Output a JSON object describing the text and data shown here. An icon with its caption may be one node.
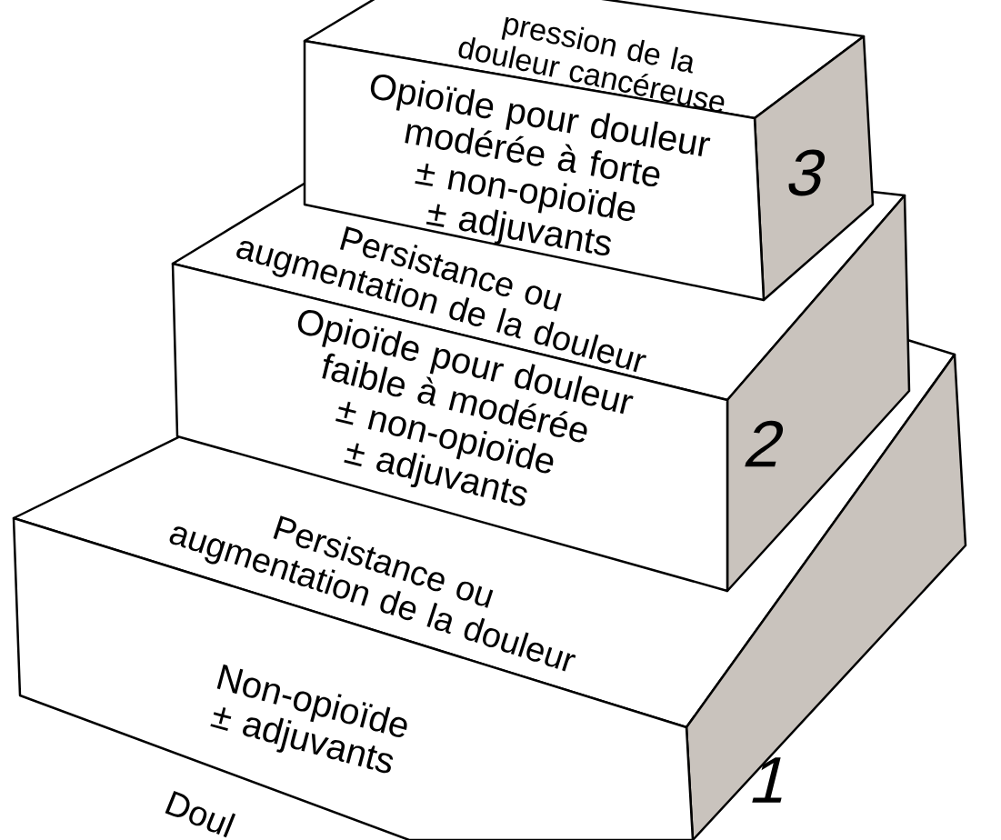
{
  "diagram": {
    "nodes": [
      {
        "text": [
          "pression de la douleur cancéreuse",
          "Opioïde pour douleur modérée à forte ± non-opioïde ± adjuvants",
          "3"
        ]
      },
      {
        "text": [
          "Persistance ou augmentation de la douleur",
          "Opioïde pour douleur faible à modérée ± non-opioïde ± adjuvants",
          "2"
        ]
      },
      {
        "text": [
          "Persistance ou augmentation de la douleur",
          "Non-opioïde ± adjuvants",
          "1"
        ]
      }
    ],
    "labels": [
      "Doul"
    ]
  }
}
